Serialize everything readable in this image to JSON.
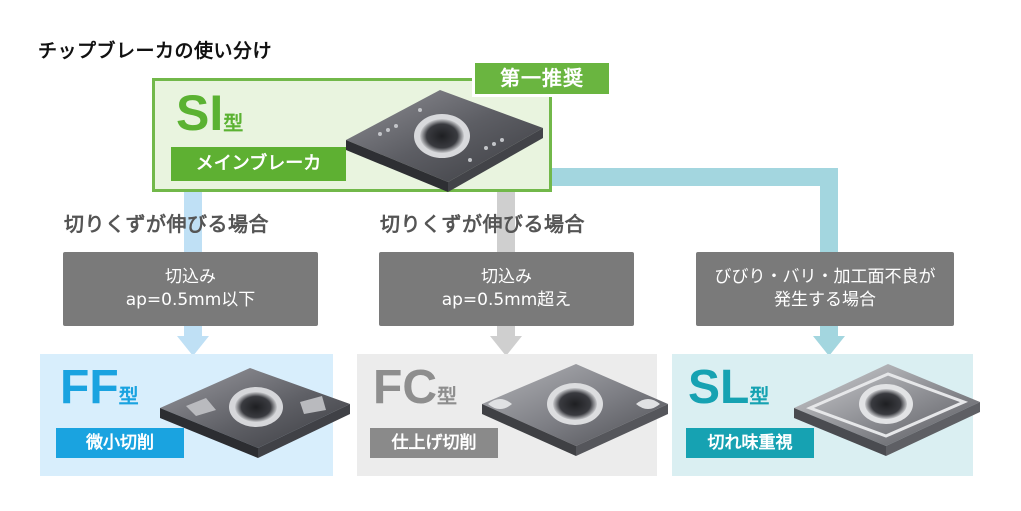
{
  "title": "チップブレーカの使い分け",
  "si": {
    "badge": "第一推奨",
    "type_letters": "SI",
    "type_suffix": "型",
    "sub_label": "メインブレーカ"
  },
  "branches": [
    {
      "condition": "切りくずが伸びる場合",
      "info_line1": "切込み",
      "info_line2": "ap=0.5mm以下",
      "type_letters": "FF",
      "type_suffix": "型",
      "sub_label": "微小切削"
    },
    {
      "condition": "切りくずが伸びる場合",
      "info_line1": "切込み",
      "info_line2": "ap=0.5mm超え",
      "type_letters": "FC",
      "type_suffix": "型",
      "sub_label": "仕上げ切削"
    },
    {
      "condition": "",
      "info_line1": "びびり・バリ・加工面不良が",
      "info_line2": "発生する場合",
      "type_letters": "SL",
      "type_suffix": "型",
      "sub_label": "切れ味重視"
    }
  ],
  "colors": {
    "si_green": "#5bb232",
    "ff_blue": "#1aa3e0",
    "fc_gray": "#909090",
    "sl_teal": "#16a2b2",
    "arrow_blue": "#b5dcf3",
    "arrow_gray": "#c8c8c8",
    "arrow_teal": "#9fd3dc"
  }
}
